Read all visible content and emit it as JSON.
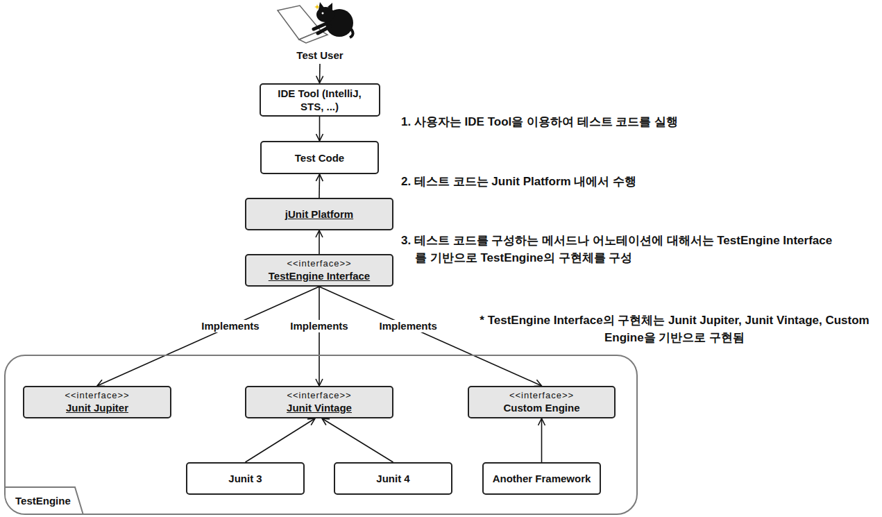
{
  "diagram": {
    "nodes": [
      {
        "text": [
          "Test User"
        ]
      },
      {
        "text": [
          "IDE Tool (IntelliJ, STS, ...)"
        ]
      },
      {
        "text": [
          "Test Code"
        ]
      },
      {
        "text": [
          "jUnit Platform"
        ]
      },
      {
        "text": [
          "<<interface>>",
          "TestEngine Interface"
        ]
      },
      {
        "text": [
          "TestEngine"
        ]
      },
      {
        "text": [
          "<<interface>>",
          "Junit Jupiter"
        ],
        "in": 5
      },
      {
        "text": [
          "<<interface>>",
          "Junit Vintage"
        ],
        "in": 5
      },
      {
        "text": [
          "<<interface>>",
          "Custom Engine"
        ],
        "in": 5
      },
      {
        "text": [
          "Junit 3"
        ],
        "in": 5
      },
      {
        "text": [
          "Junit 4"
        ],
        "in": 5
      },
      {
        "text": [
          "Another Framework"
        ],
        "in": 5
      }
    ],
    "edges": [
      {
        "from": 0,
        "to": 1,
        "arrow": "to"
      },
      {
        "from": 1,
        "to": 2,
        "arrow": "to"
      },
      {
        "from": 3,
        "to": 2,
        "arrow": "to"
      },
      {
        "from": 4,
        "to": 3,
        "arrow": "to"
      },
      {
        "from": 4,
        "to": 6,
        "label": "Implements",
        "arrow": "to"
      },
      {
        "from": 4,
        "to": 7,
        "label": "Implements",
        "arrow": "to"
      },
      {
        "from": 4,
        "to": 8,
        "label": "Implements",
        "arrow": "to"
      },
      {
        "from": 9,
        "to": 7,
        "arrow": "to"
      },
      {
        "from": 10,
        "to": 7,
        "arrow": "to"
      },
      {
        "from": 11,
        "to": 8,
        "arrow": "to"
      }
    ],
    "labels": [
      "1. 사용자는 IDE Tool을 이용하여 테스트 코드를 실행",
      "2. 테스트 코드는 Junit Platform 내에서 수행",
      "3. 테스트 코드를 구성하는 메서드나 어노테이션에 대해서는 TestEngine Interface를 기반으로 TestEngine의 구현체를 구성",
      "* TestEngine Interface의 구현체는 Junit Jupiter, Junit Vintage, Custom Engine을 기반으로 구현됨"
    ]
  }
}
